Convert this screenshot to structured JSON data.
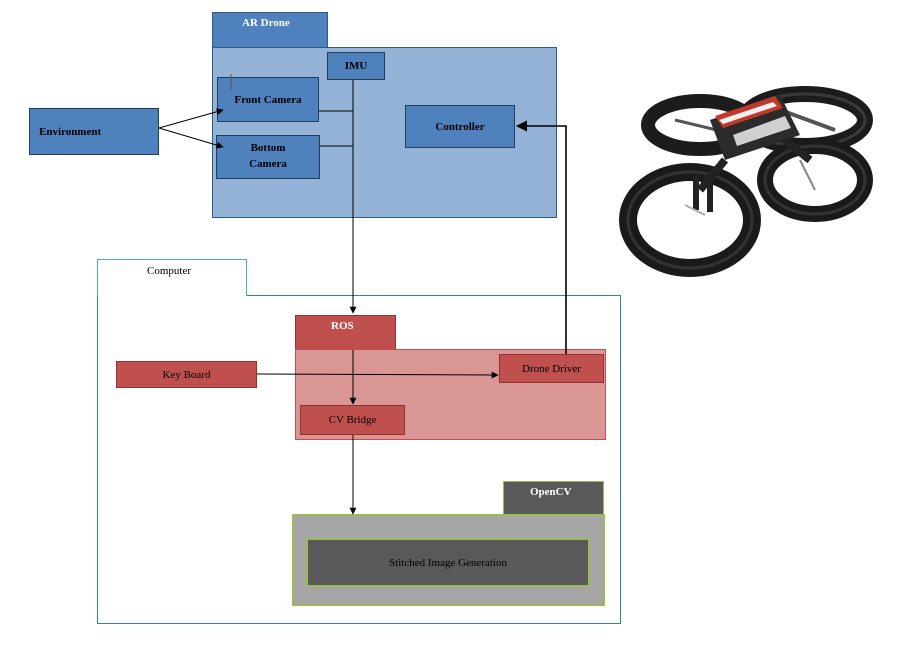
{
  "ar_drone": {
    "title": "AR Drone",
    "imu": "IMU",
    "front_camera": "Front Camera",
    "bottom_camera_line1": "Bottom",
    "bottom_camera_line2": "Camera",
    "controller": "Controller"
  },
  "environment": "Environment",
  "computer": {
    "title": "Computer",
    "keyboard": "Key Board"
  },
  "ros": {
    "title": "ROS",
    "drone_driver": "Drone Driver",
    "cv_bridge": "CV Bridge"
  },
  "opencv": {
    "title": "OpenCV",
    "stitched": "Stitched Image Generation"
  },
  "colors": {
    "drone_blue": "#4f81bd",
    "drone_panel": "#95b3d7",
    "ros_red": "#c0504d",
    "ros_panel": "#d99694",
    "opencv_dark": "#595959",
    "opencv_panel": "#a6a6a6",
    "opencv_border": "#9bbb59",
    "computer_border": "#31859c"
  },
  "drone_photo_icon": "quadcopter-drone-photo"
}
